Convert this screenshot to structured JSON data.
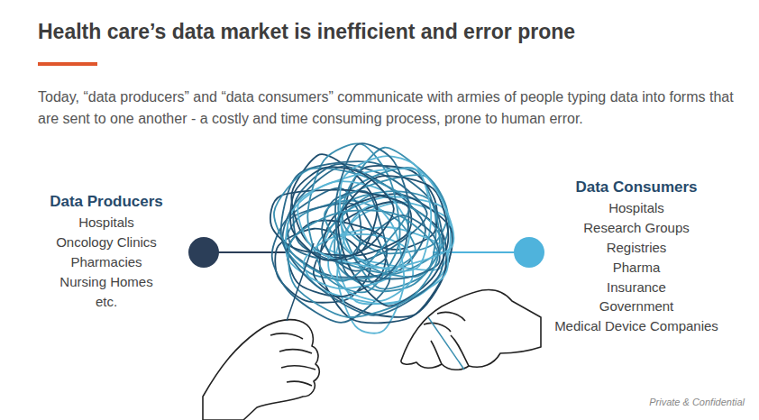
{
  "diagram": {
    "title": "Health care’s data market is inefficient and error prone",
    "labels": [
      "Today, “data producers” and “data consumers” communicate with armies of people typing data into forms that are sent to one another - a costly and time consuming process, prone to human error.",
      "Data Producers",
      "Hospitals",
      "Oncology Clinics",
      "Pharmacies",
      "Nursing Homes",
      "etc.",
      "Data Consumers",
      "Hospitals",
      "Research Groups",
      "Registries",
      "Pharma",
      "Insurance",
      "Government",
      "Medical Device Companies",
      "Private & Confidential"
    ]
  }
}
